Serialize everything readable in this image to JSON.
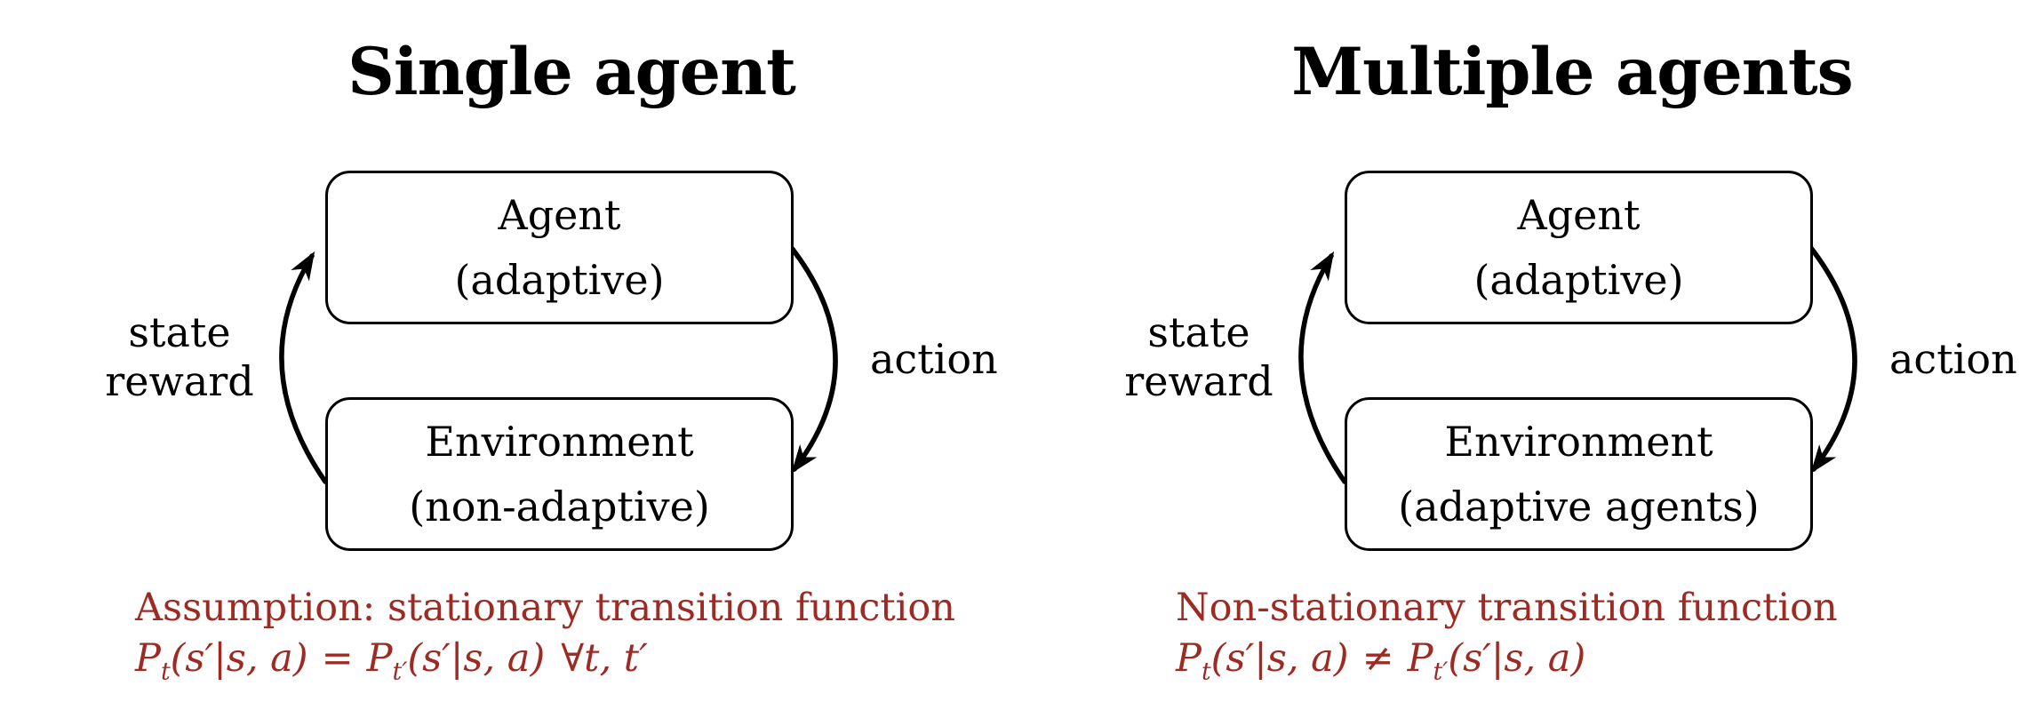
{
  "colors": {
    "ink": "#000000",
    "note_red": "#9d2a23",
    "background": "#ffffff"
  },
  "panels": [
    {
      "title": "Single agent",
      "agent_box": {
        "line1": "Agent",
        "line2": "(adaptive)"
      },
      "environment_box": {
        "line1": "Environment",
        "line2": "(non-adaptive)"
      },
      "arrows": {
        "up_label_line1": "state",
        "up_label_line2": "reward",
        "down_label": "action"
      },
      "note": "Assumption: stationary transition function",
      "formula": {
        "P1": "P",
        "sub1": "t",
        "args1": "(s′|s, a)",
        "relation": "=",
        "P2": "P",
        "sub2": "t′",
        "args2": "(s′|s, a)",
        "quantifier": "∀t, t′"
      }
    },
    {
      "title": "Multiple agents",
      "agent_box": {
        "line1": "Agent",
        "line2": "(adaptive)"
      },
      "environment_box": {
        "line1": "Environment",
        "line2": "(adaptive agents)"
      },
      "arrows": {
        "up_label_line1": "state",
        "up_label_line2": "reward",
        "down_label": "action"
      },
      "note": "Non-stationary transition function",
      "formula": {
        "P1": "P",
        "sub1": "t",
        "args1": "(s′|s, a)",
        "relation": "≠",
        "P2": "P",
        "sub2": "t′",
        "args2": "(s′|s, a)",
        "quantifier": ""
      }
    }
  ]
}
